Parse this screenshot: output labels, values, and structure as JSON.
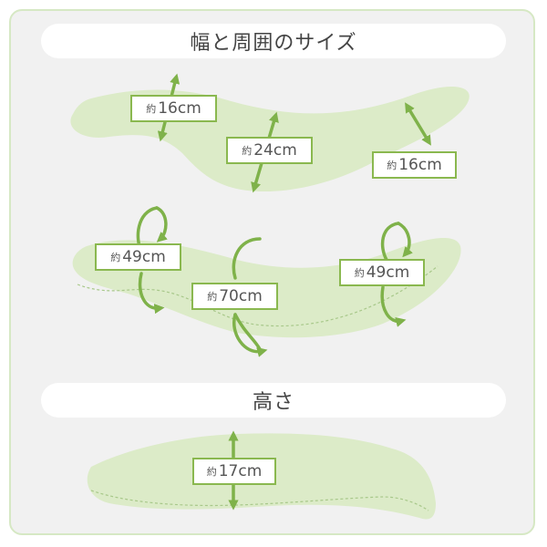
{
  "headers": {
    "size": "幅と周囲のサイズ",
    "height": "高さ"
  },
  "label_prefix": "約",
  "labels": [
    {
      "id": "width-head",
      "value": "16cm"
    },
    {
      "id": "width-mid",
      "value": "24cm"
    },
    {
      "id": "width-tail",
      "value": "16cm"
    },
    {
      "id": "circ-head",
      "value": "49cm"
    },
    {
      "id": "circ-mid",
      "value": "70cm"
    },
    {
      "id": "circ-tail",
      "value": "49cm"
    },
    {
      "id": "height",
      "value": "17cm"
    }
  ],
  "colors": {
    "shape_fill": "#dcebc8",
    "arrow": "#7fb24a",
    "label_border": "#8ab84f",
    "panel_bg": "#f1f1f1",
    "panel_border": "#d6e8c4"
  }
}
